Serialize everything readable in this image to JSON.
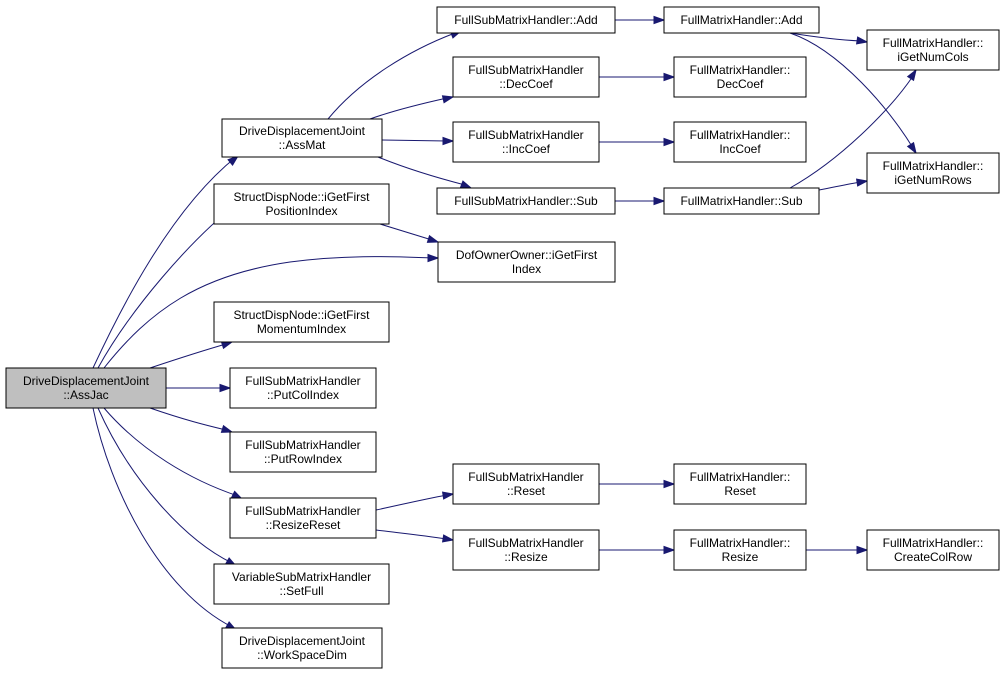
{
  "diagram": {
    "type": "call-graph",
    "root": "n_root",
    "colors": {
      "node_fill": "#ffffff",
      "root_fill": "#bfbfbf",
      "node_border": "#000000",
      "edge": "#191970"
    },
    "nodes": [
      {
        "id": "n_root",
        "lines": [
          "DriveDisplacementJoint",
          "::AssJac"
        ]
      },
      {
        "id": "n_assmat",
        "lines": [
          "DriveDisplacementJoint",
          "::AssMat"
        ]
      },
      {
        "id": "n_posidx",
        "lines": [
          "StructDispNode::iGetFirst",
          "PositionIndex"
        ]
      },
      {
        "id": "n_momidx",
        "lines": [
          "StructDispNode::iGetFirst",
          "MomentumIndex"
        ]
      },
      {
        "id": "n_putcol",
        "lines": [
          "FullSubMatrixHandler",
          "::PutColIndex"
        ]
      },
      {
        "id": "n_putrow",
        "lines": [
          "FullSubMatrixHandler",
          "::PutRowIndex"
        ]
      },
      {
        "id": "n_resizereset",
        "lines": [
          "FullSubMatrixHandler",
          "::ResizeReset"
        ]
      },
      {
        "id": "n_setfull",
        "lines": [
          "VariableSubMatrixHandler",
          "::SetFull"
        ]
      },
      {
        "id": "n_wsdim",
        "lines": [
          "DriveDisplacementJoint",
          "::WorkSpaceDim"
        ]
      },
      {
        "id": "n_fsadd",
        "lines": [
          "FullSubMatrixHandler::Add"
        ]
      },
      {
        "id": "n_fsdec",
        "lines": [
          "FullSubMatrixHandler",
          "::DecCoef"
        ]
      },
      {
        "id": "n_fsinc",
        "lines": [
          "FullSubMatrixHandler",
          "::IncCoef"
        ]
      },
      {
        "id": "n_fssub",
        "lines": [
          "FullSubMatrixHandler::Sub"
        ]
      },
      {
        "id": "n_dof",
        "lines": [
          "DofOwnerOwner::iGetFirst",
          "Index"
        ]
      },
      {
        "id": "n_fsreset",
        "lines": [
          "FullSubMatrixHandler",
          "::Reset"
        ]
      },
      {
        "id": "n_fsresize",
        "lines": [
          "FullSubMatrixHandler",
          "::Resize"
        ]
      },
      {
        "id": "n_fmadd",
        "lines": [
          "FullMatrixHandler::Add"
        ]
      },
      {
        "id": "n_fmdec",
        "lines": [
          "FullMatrixHandler::",
          "DecCoef"
        ]
      },
      {
        "id": "n_fminc",
        "lines": [
          "FullMatrixHandler::",
          "IncCoef"
        ]
      },
      {
        "id": "n_fmsub",
        "lines": [
          "FullMatrixHandler::Sub"
        ]
      },
      {
        "id": "n_fmreset",
        "lines": [
          "FullMatrixHandler::",
          "Reset"
        ]
      },
      {
        "id": "n_fmresize",
        "lines": [
          "FullMatrixHandler::",
          "Resize"
        ]
      },
      {
        "id": "n_cols",
        "lines": [
          "FullMatrixHandler::",
          "iGetNumCols"
        ]
      },
      {
        "id": "n_rows",
        "lines": [
          "FullMatrixHandler::",
          "iGetNumRows"
        ]
      },
      {
        "id": "n_colrow",
        "lines": [
          "FullMatrixHandler::",
          "CreateColRow"
        ]
      }
    ],
    "edges": [
      {
        "from": "n_root",
        "to": "n_assmat"
      },
      {
        "from": "n_root",
        "to": "n_posidx"
      },
      {
        "from": "n_root",
        "to": "n_dof"
      },
      {
        "from": "n_root",
        "to": "n_momidx"
      },
      {
        "from": "n_root",
        "to": "n_putcol"
      },
      {
        "from": "n_root",
        "to": "n_putrow"
      },
      {
        "from": "n_root",
        "to": "n_resizereset"
      },
      {
        "from": "n_root",
        "to": "n_setfull"
      },
      {
        "from": "n_root",
        "to": "n_wsdim"
      },
      {
        "from": "n_assmat",
        "to": "n_fsadd"
      },
      {
        "from": "n_assmat",
        "to": "n_fsdec"
      },
      {
        "from": "n_assmat",
        "to": "n_fsinc"
      },
      {
        "from": "n_assmat",
        "to": "n_fssub"
      },
      {
        "from": "n_posidx",
        "to": "n_dof"
      },
      {
        "from": "n_fsadd",
        "to": "n_fmadd"
      },
      {
        "from": "n_fsdec",
        "to": "n_fmdec"
      },
      {
        "from": "n_fsinc",
        "to": "n_fminc"
      },
      {
        "from": "n_fssub",
        "to": "n_fmsub"
      },
      {
        "from": "n_fmadd",
        "to": "n_cols"
      },
      {
        "from": "n_fmadd",
        "to": "n_rows"
      },
      {
        "from": "n_fmsub",
        "to": "n_cols"
      },
      {
        "from": "n_fmsub",
        "to": "n_rows"
      },
      {
        "from": "n_resizereset",
        "to": "n_fsreset"
      },
      {
        "from": "n_resizereset",
        "to": "n_fsresize"
      },
      {
        "from": "n_fsreset",
        "to": "n_fmreset"
      },
      {
        "from": "n_fsresize",
        "to": "n_fmresize"
      },
      {
        "from": "n_fmresize",
        "to": "n_colrow"
      }
    ]
  }
}
